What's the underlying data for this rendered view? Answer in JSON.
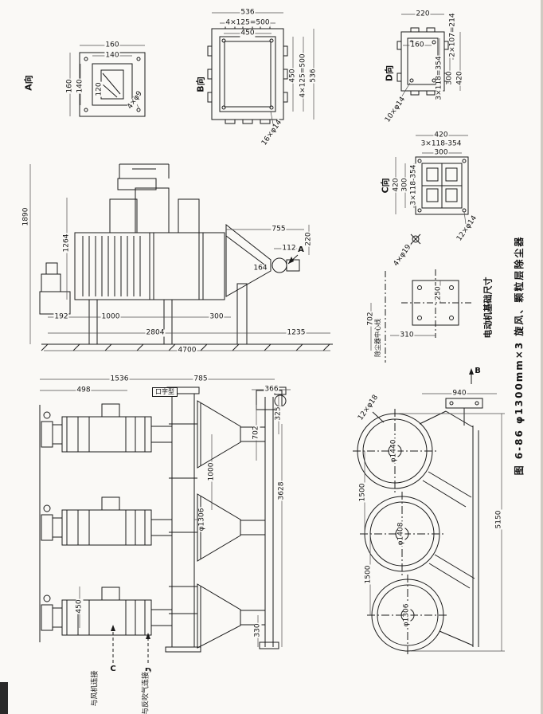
{
  "caption": {
    "text": "图 6-86  φ1300mm×3 旋风、颗粒层除尘器"
  },
  "view_a": {
    "name": "A向",
    "dim_top1": "160",
    "dim_top2": "140",
    "dim_inner": "120",
    "dim_left1": "160",
    "dim_left2": "140",
    "holes": "4×φ9"
  },
  "view_b": {
    "name": "B向",
    "dim_top1": "536",
    "dim_top2": "4×125=500",
    "dim_top3": "450",
    "dim_right1": "450",
    "dim_right2": "4×125=500",
    "dim_right3": "536",
    "holes": "16×φ14"
  },
  "view_d": {
    "name": "D向",
    "dim_top": "220",
    "dim_pitch": "2×107=214",
    "dim_160": "160",
    "dim_354": "3×118=354",
    "dim_300": "300",
    "dim_420": "420",
    "holes": "10×φ14"
  },
  "view_c": {
    "name": "C向",
    "dim_top1": "420",
    "dim_top2": "3×118-354",
    "dim_top3": "300",
    "dim_left1": "3×118-354",
    "dim_left2": "300",
    "dim_left3": "420",
    "holes": "12×φ14",
    "anchor_holes": "4×φ19"
  },
  "motor_base": {
    "title": "电动机基础尺寸",
    "centerline": "除尘器中心线",
    "dim_250": "250",
    "dim_702": "702",
    "dim_310": "310"
  },
  "side_view": {
    "dim_1890": "1890",
    "dim_1264": "1264",
    "dim_192": "192",
    "dim_1000": "1000",
    "dim_300": "300",
    "dim_2804": "2804",
    "dim_4700": "4700",
    "dim_1235": "1235",
    "dim_755": "755",
    "dim_112": "112",
    "dim_164": "164",
    "dim_220": "220",
    "arrow": "A"
  },
  "front_view": {
    "dim_1536": "1536",
    "dim_498": "498",
    "dim_785": "785",
    "dim_366": "366",
    "note": "口字型",
    "dim_1000": "1000",
    "dim_702": "702",
    "dim_325": "325",
    "dim_3628": "3628",
    "dim_dia": "φ1306",
    "dim_330": "330",
    "dim_450": "450",
    "label_c": "C",
    "label_d": "D",
    "conn_fan": "与风机连接",
    "conn_blow": "与反吹气连接"
  },
  "plan_view": {
    "dim_940": "940",
    "holes": "12×φ18",
    "dia1": "φ1440",
    "gap1": "1500",
    "dia2": "φ1408",
    "gap2": "1500",
    "dia3": "φ1306",
    "dim_5150": "5150",
    "arrow": "B"
  }
}
